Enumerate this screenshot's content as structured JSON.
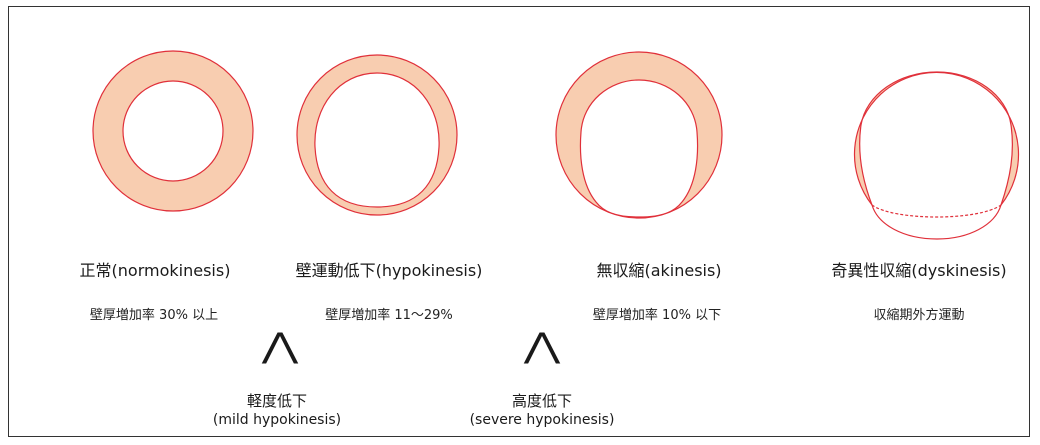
{
  "colors": {
    "wall_fill": "#f8cdb0",
    "wall_stroke": "#e0303a",
    "background": "#ffffff"
  },
  "states": [
    {
      "title": "正常(normokinesis)",
      "note": "壁厚増加率 30% 以上"
    },
    {
      "title": "壁運動低下(hypokinesis)",
      "note": "壁厚増加率 11～29%"
    },
    {
      "title": "無収縮(akinesis)",
      "note": "壁厚増加率 10% 以下"
    },
    {
      "title": "奇異性収縮(dyskinesis)",
      "note": "収縮期外方運動"
    }
  ],
  "grades": [
    {
      "arrow": "⋀",
      "label": "軽度低下",
      "label_en": "(mild hypokinesis)"
    },
    {
      "arrow": "⋀",
      "label": "高度低下",
      "label_en": "(severe hypokinesis)"
    }
  ]
}
